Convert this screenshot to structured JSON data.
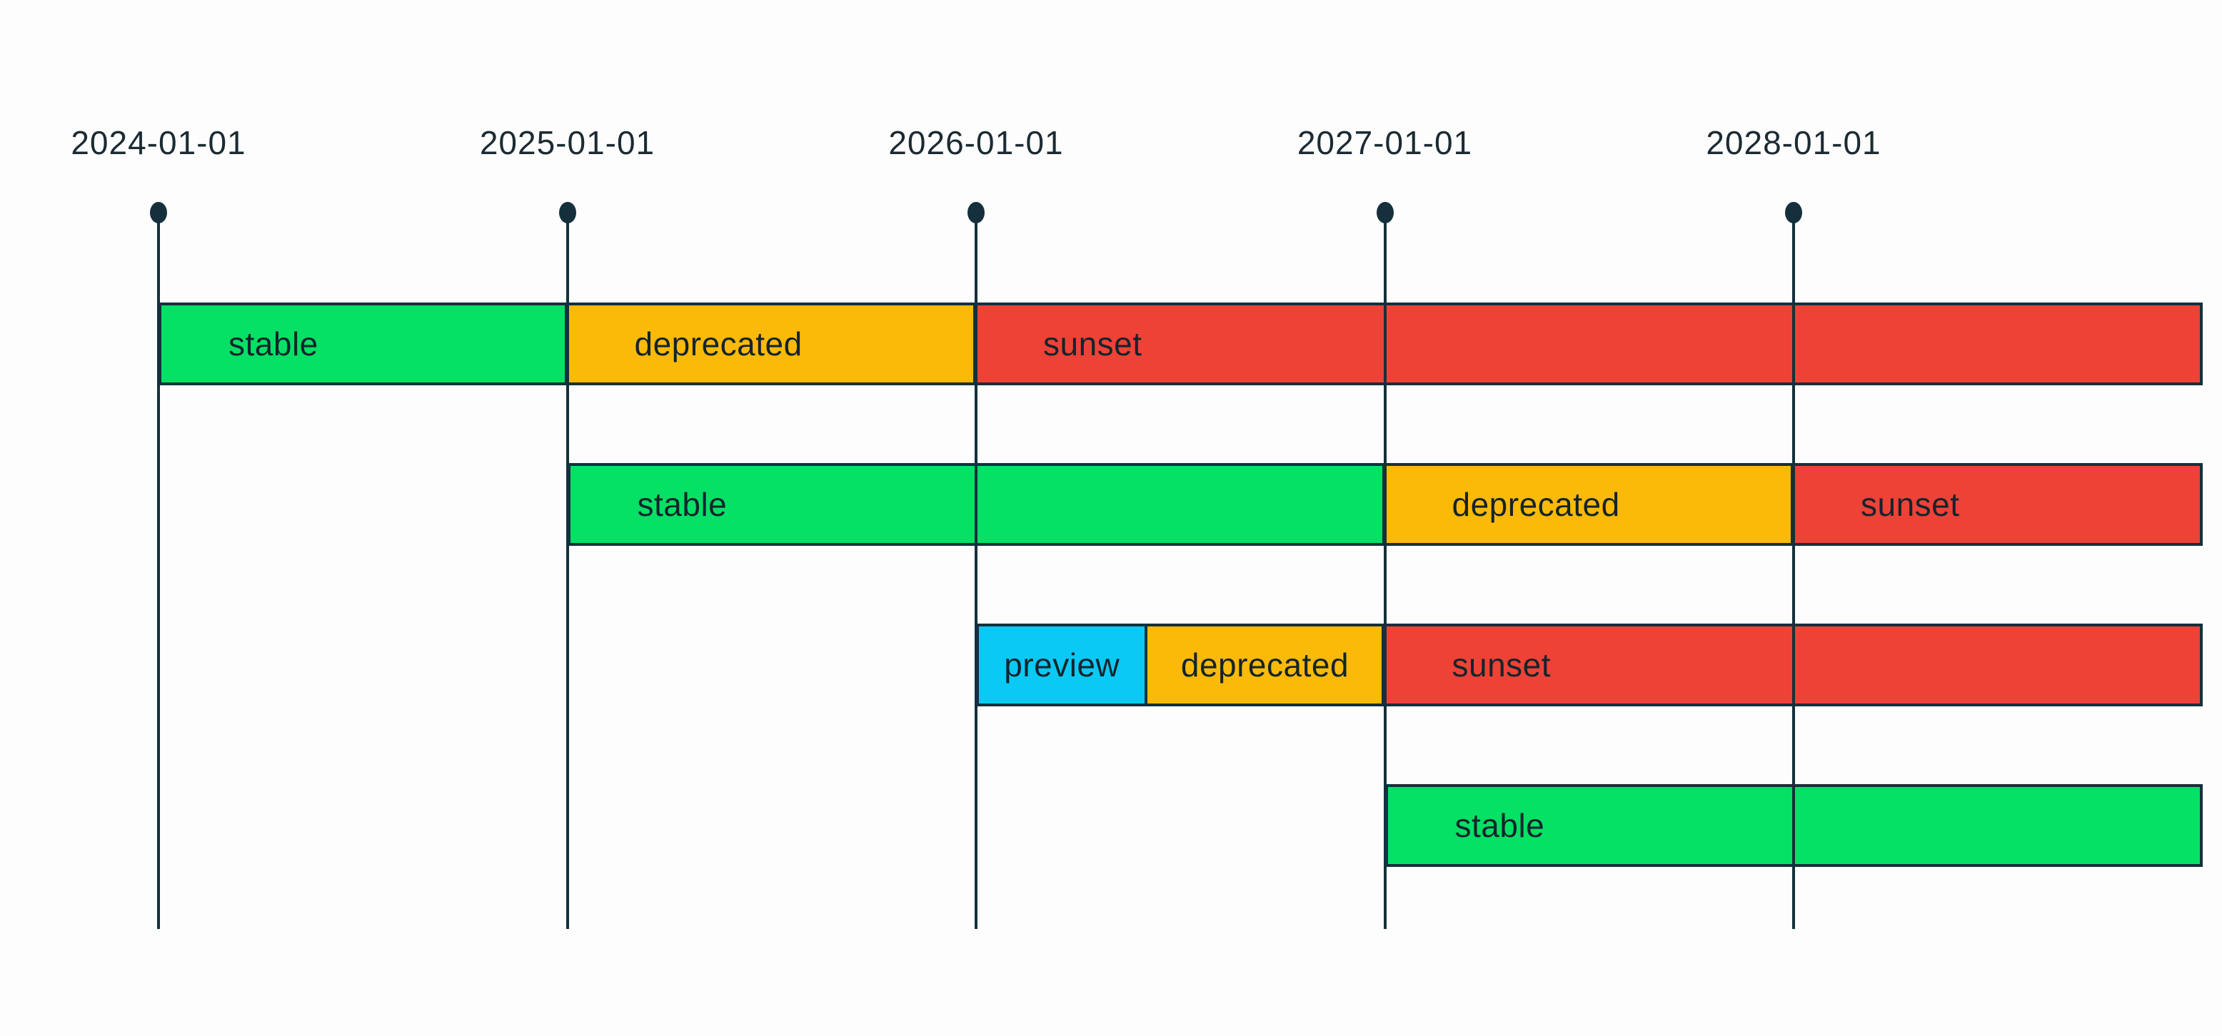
{
  "page": {
    "background_color": "#FDFDFD"
  },
  "chart_data": {
    "type": "bar",
    "subtype": "gantt-lifecycle-timeline",
    "title": "",
    "x_axis": {
      "unit": "date",
      "tick_labels": [
        "2024-01-01",
        "2025-01-01",
        "2026-01-01",
        "2027-01-01",
        "2028-01-01"
      ],
      "tick_years": [
        2024,
        2025,
        2026,
        2027,
        2028
      ],
      "range_years": [
        2024,
        2029
      ],
      "gridlines": true,
      "tick_marker": "dot-topped vertical line"
    },
    "legend": "none",
    "state_colors": {
      "stable": "#04E165",
      "deprecated": "#FCBA08",
      "sunset": "#EE4237",
      "preview": "#0BC9F5"
    },
    "outline_color": "#15303C",
    "label_color": "#14242C",
    "tick_label_color": "#1B2B33",
    "rows": [
      {
        "segments": [
          {
            "label": "stable",
            "state": "stable",
            "start": 2024,
            "end": 2025
          },
          {
            "label": "deprecated",
            "state": "deprecated",
            "start": 2025,
            "end": 2026
          },
          {
            "label": "sunset",
            "state": "sunset",
            "start": 2026,
            "end": 2029
          }
        ]
      },
      {
        "segments": [
          {
            "label": "stable",
            "state": "stable",
            "start": 2025,
            "end": 2027
          },
          {
            "label": "deprecated",
            "state": "deprecated",
            "start": 2027,
            "end": 2028
          },
          {
            "label": "sunset",
            "state": "sunset",
            "start": 2028,
            "end": 2029
          }
        ]
      },
      {
        "segments": [
          {
            "label": "preview",
            "state": "preview",
            "start": 2026,
            "end": 2026.42
          },
          {
            "label": "deprecated",
            "state": "deprecated",
            "start": 2026.42,
            "end": 2027
          },
          {
            "label": "sunset",
            "state": "sunset",
            "start": 2027,
            "end": 2029
          }
        ]
      },
      {
        "segments": [
          {
            "label": "stable",
            "state": "stable",
            "start": 2027,
            "end": 2029
          }
        ]
      }
    ]
  }
}
